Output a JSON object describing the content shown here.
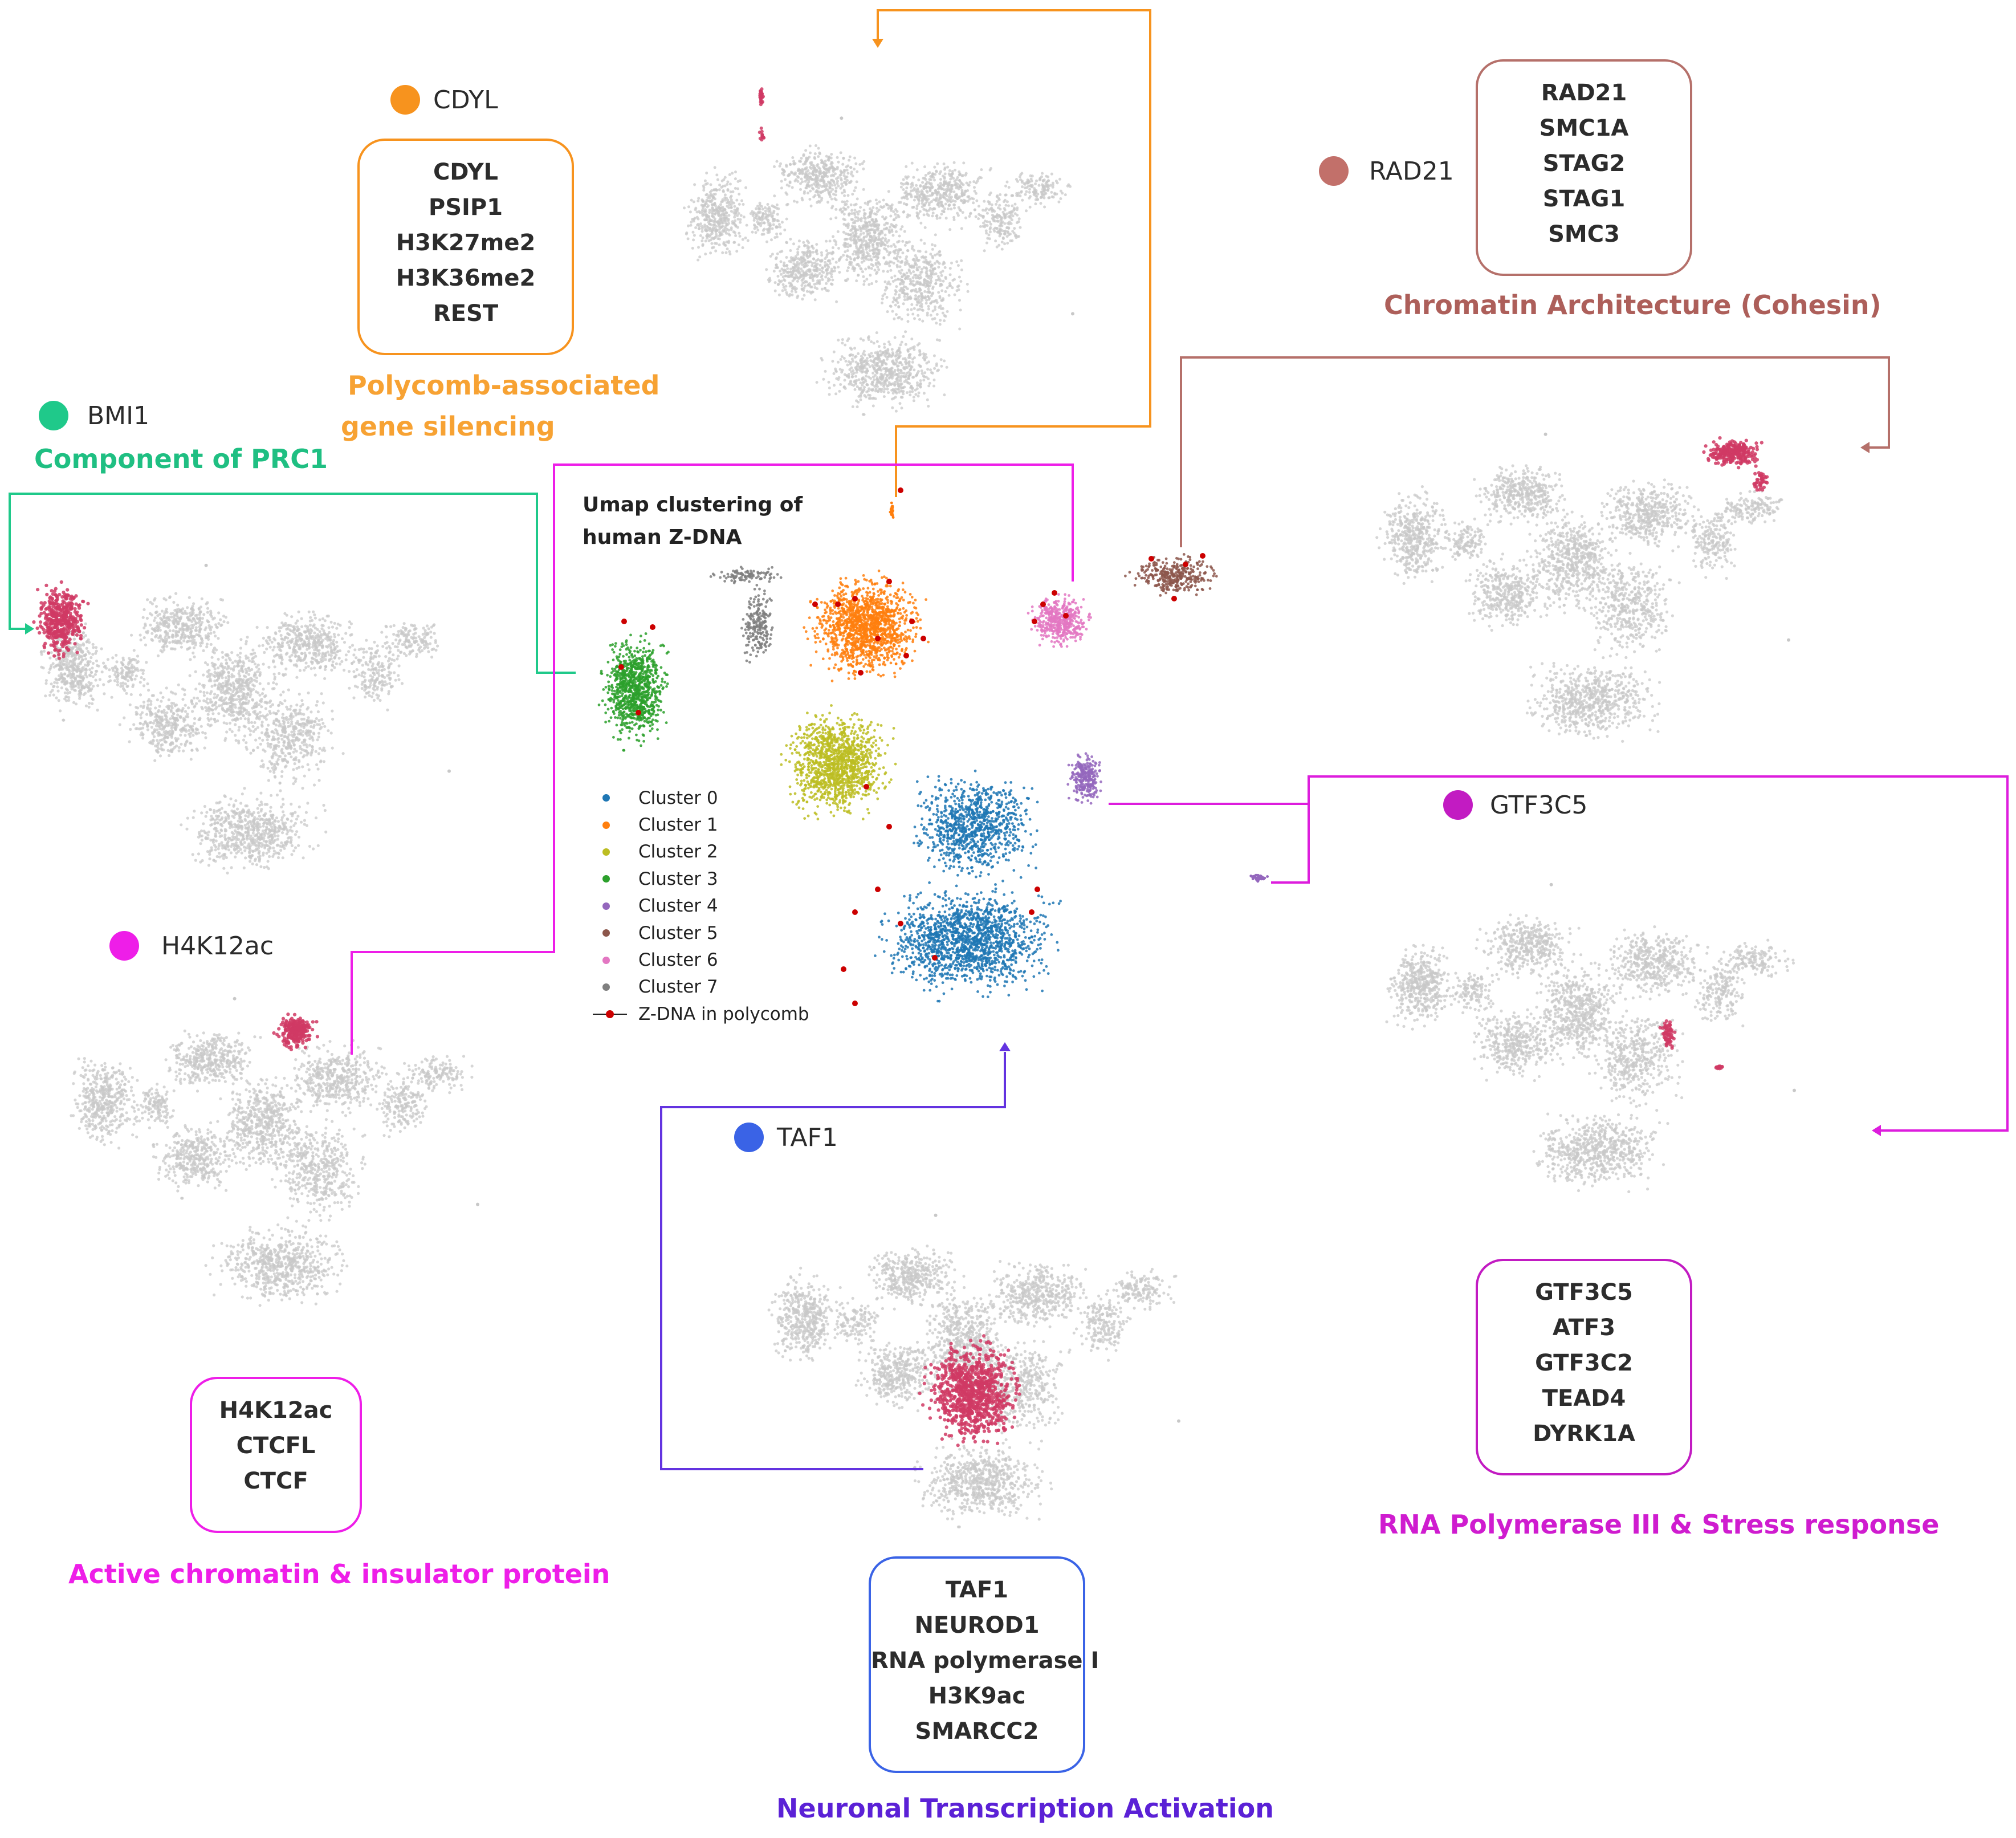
{
  "umap_title": [
    "Umap clustering of",
    "human Z-DNA"
  ],
  "legend": [
    {
      "label": "Cluster 0",
      "color": "#1f77b4"
    },
    {
      "label": "Cluster 1",
      "color": "#ff7f0e"
    },
    {
      "label": "Cluster 2",
      "color": "#bcbd22"
    },
    {
      "label": "Cluster 3",
      "color": "#2ca02c"
    },
    {
      "label": "Cluster 4",
      "color": "#9467bd"
    },
    {
      "label": "Cluster 5",
      "color": "#8c564b"
    },
    {
      "label": "Cluster 6",
      "color": "#e377c2"
    },
    {
      "label": "Cluster 7",
      "color": "#7f7f7f"
    }
  ],
  "legend_zdna": {
    "label": "Z-DNA in polycomb",
    "color": "#cc0000"
  },
  "groups": {
    "cdyl": {
      "name": "CDYL",
      "color": "#f7931e",
      "items": [
        "CDYL",
        "PSIP1",
        "H3K27me2",
        "H3K36me2",
        "REST"
      ],
      "category": [
        "Polycomb-associated",
        "gene silencing"
      ]
    },
    "rad21": {
      "name": "RAD21",
      "color": "#b5706a",
      "items": [
        "RAD21",
        "SMC1A",
        "STAG2",
        "STAG1",
        "SMC3"
      ],
      "category": [
        "Chromatin Architecture (Cohesin)"
      ]
    },
    "bmi1": {
      "name": "BMI1",
      "color": "#1fc98a",
      "category": [
        "Component of PRC1"
      ]
    },
    "h4k12ac": {
      "name": "H4K12ac",
      "color": "#ee1ee8",
      "items": [
        "H4K12ac",
        "CTCFL",
        "CTCF"
      ],
      "category": [
        "Active chromatin & insulator protein"
      ]
    },
    "taf1": {
      "name": "TAF1",
      "color": "#3a63e6",
      "items": [
        "TAF1",
        "NEUROD1",
        "RNA polymerase I",
        "H3K9ac",
        "SMARCC2"
      ],
      "category": [
        "Neuronal Transcription Activation"
      ]
    },
    "gtf3c5": {
      "name": "GTF3C5",
      "color": "#c21bc2",
      "items": [
        "GTF3C5",
        "ATF3",
        "GTF3C2",
        "TEAD4",
        "DYRK1A"
      ],
      "category": [
        "RNA Polymerase III & Stress response"
      ]
    }
  },
  "colors": {
    "cdyl_line": "#f7931e",
    "rad21_line": "#b5706a",
    "bmi1_line": "#1fc98a",
    "h4k12ac_line": "#ee1ee8",
    "taf1_line": "#6333e0",
    "gtf3c5_line": "#dd1ddd",
    "taf1_category": "#5b21d6",
    "gtf3c5_category": "#cf1ccf",
    "highlight": "#d03a64",
    "background_points": "#c8c8c8"
  }
}
